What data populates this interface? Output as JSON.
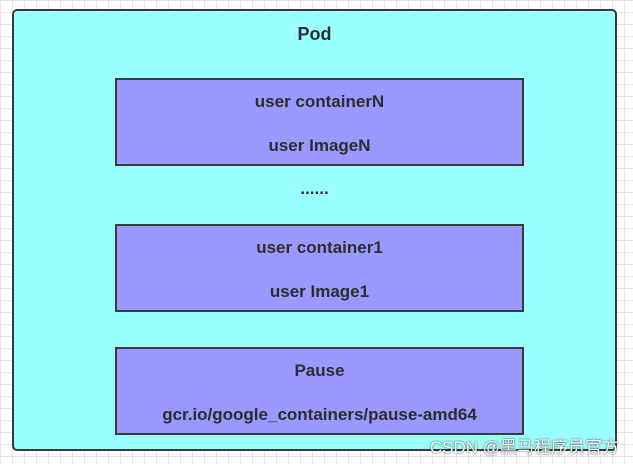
{
  "pod": {
    "title": "Pod",
    "ellipsis": "......",
    "containers": [
      {
        "line1": "user containerN",
        "line2": "user ImageN"
      },
      {
        "line1": "user container1",
        "line2": "user Image1"
      },
      {
        "line1": "Pause",
        "line2": "gcr.io/google_containers/pause-amd64"
      }
    ]
  },
  "watermark": "CSDN @黑马程序员官方",
  "colors": {
    "pod_fill": "#99ffff",
    "container_fill": "#9999ff",
    "border": "#3a3a3a",
    "text": "#2d2d2d"
  }
}
